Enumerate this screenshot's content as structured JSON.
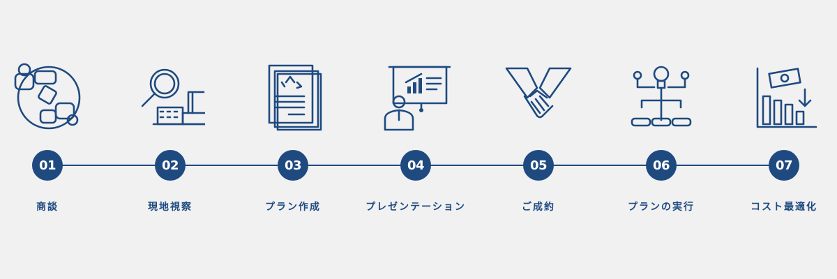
{
  "colors": {
    "accent": "#1e4a80",
    "background": "#f1f1f1"
  },
  "steps": [
    {
      "number": "01",
      "label": "商談",
      "icon": "meeting-icon"
    },
    {
      "number": "02",
      "label": "現地視察",
      "icon": "inspection-icon"
    },
    {
      "number": "03",
      "label": "プラン作成",
      "icon": "plan-document-icon"
    },
    {
      "number": "04",
      "label": "プレゼンテーション",
      "icon": "presentation-icon"
    },
    {
      "number": "05",
      "label": "ご成約",
      "icon": "handshake-icon"
    },
    {
      "number": "06",
      "label": "プランの実行",
      "icon": "idea-flow-icon"
    },
    {
      "number": "07",
      "label": "コスト最適化",
      "icon": "cost-reduction-icon"
    }
  ]
}
